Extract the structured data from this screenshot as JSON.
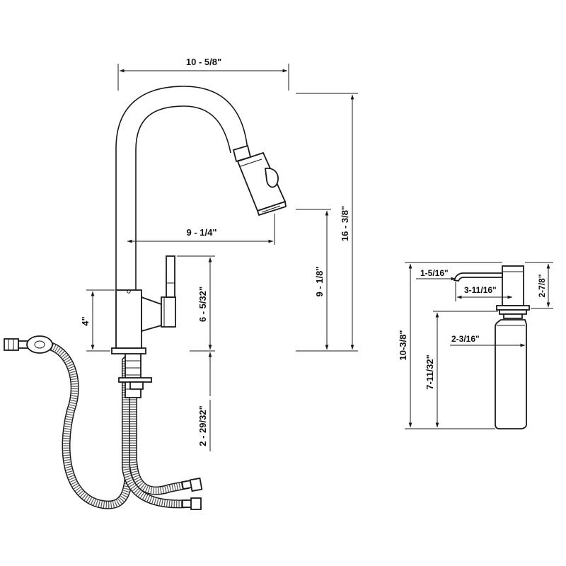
{
  "colors": {
    "line": "#1a1a1a",
    "background": "#ffffff"
  },
  "faucet": {
    "dims": {
      "overall_width": "10 - 5/8\"",
      "overall_height": "16 - 3/8\"",
      "spout_reach": "9 - 1/4\"",
      "spout_height": "9 - 1/8\"",
      "handle_height": "6 - 5/32\"",
      "base_height": "4\"",
      "shank_length": "2 - 29/32\""
    }
  },
  "soap_dispenser": {
    "dims": {
      "nozzle_length": "1-5/16\"",
      "nozzle_to_center": "3-11/16\"",
      "head_height": "2-7/8\"",
      "overall_height": "10-3/8\"",
      "bottle_diameter": "2-3/16\"",
      "bottle_length": "7-11/32\""
    }
  }
}
